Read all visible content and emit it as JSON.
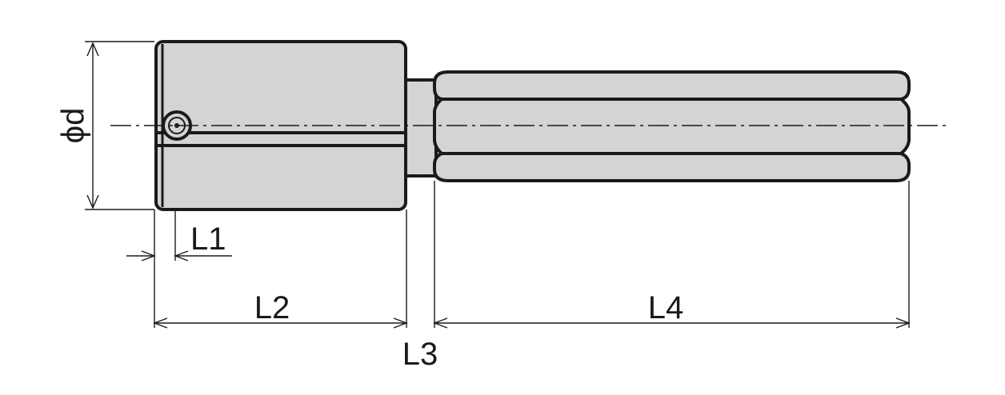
{
  "labels": {
    "diameter": "ϕd",
    "l1": "L1",
    "l2": "L2",
    "l3": "L3",
    "l4": "L4"
  },
  "colors": {
    "part_fill": "#d4d4d4",
    "line": "#1a1a1a",
    "background": "#ffffff"
  }
}
